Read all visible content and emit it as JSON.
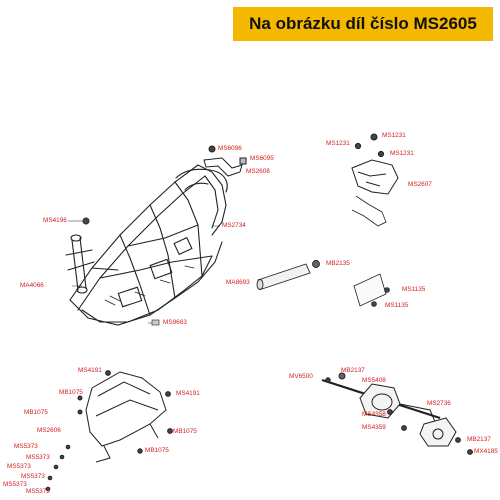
{
  "banner": {
    "text": "Na obrázku díl číslo MS2605"
  },
  "colors": {
    "banner_bg": "#f4b800",
    "label": "#d21e1e",
    "line": "#222222"
  },
  "labels": {
    "ms6096": "MS6096",
    "ms6095": "MS6095",
    "ms2608": "MS2608",
    "ms1231_top": "MS1231",
    "ms1231_left": "MS1231",
    "ms1231_right": "MS1231",
    "ms2607": "MS2607",
    "ms4196": "MS4196",
    "ms2734": "MS2734",
    "mb2135": "MB2135",
    "ma8693": "MA8693",
    "ma4066": "MA4066",
    "ms1135_a": "MS1135",
    "ms1135_b": "MS1135",
    "ms9663": "MS9663",
    "ms4191_a": "MS4191",
    "ms4191_b": "MS4191",
    "mb1075_a": "MB1075",
    "mb1075_b": "MB1075",
    "mb1075_c": "MB1075",
    "mb1075_d": "MB1075",
    "ms2606": "MS2606",
    "ms5373_a": "MS5373",
    "ms5373_b": "MS5373",
    "ms5373_c": "MS5373",
    "ms5373_d": "MS5373",
    "ms5373_e": "MS5373",
    "mv6500": "MV6500",
    "mb2137_a": "MB2137",
    "ms5408": "MS5408",
    "ms2736": "MS2736",
    "ms4358": "MS4358",
    "ms4359": "MS4359",
    "mb2137_b": "MB2137",
    "mx4185": "MX4185"
  }
}
